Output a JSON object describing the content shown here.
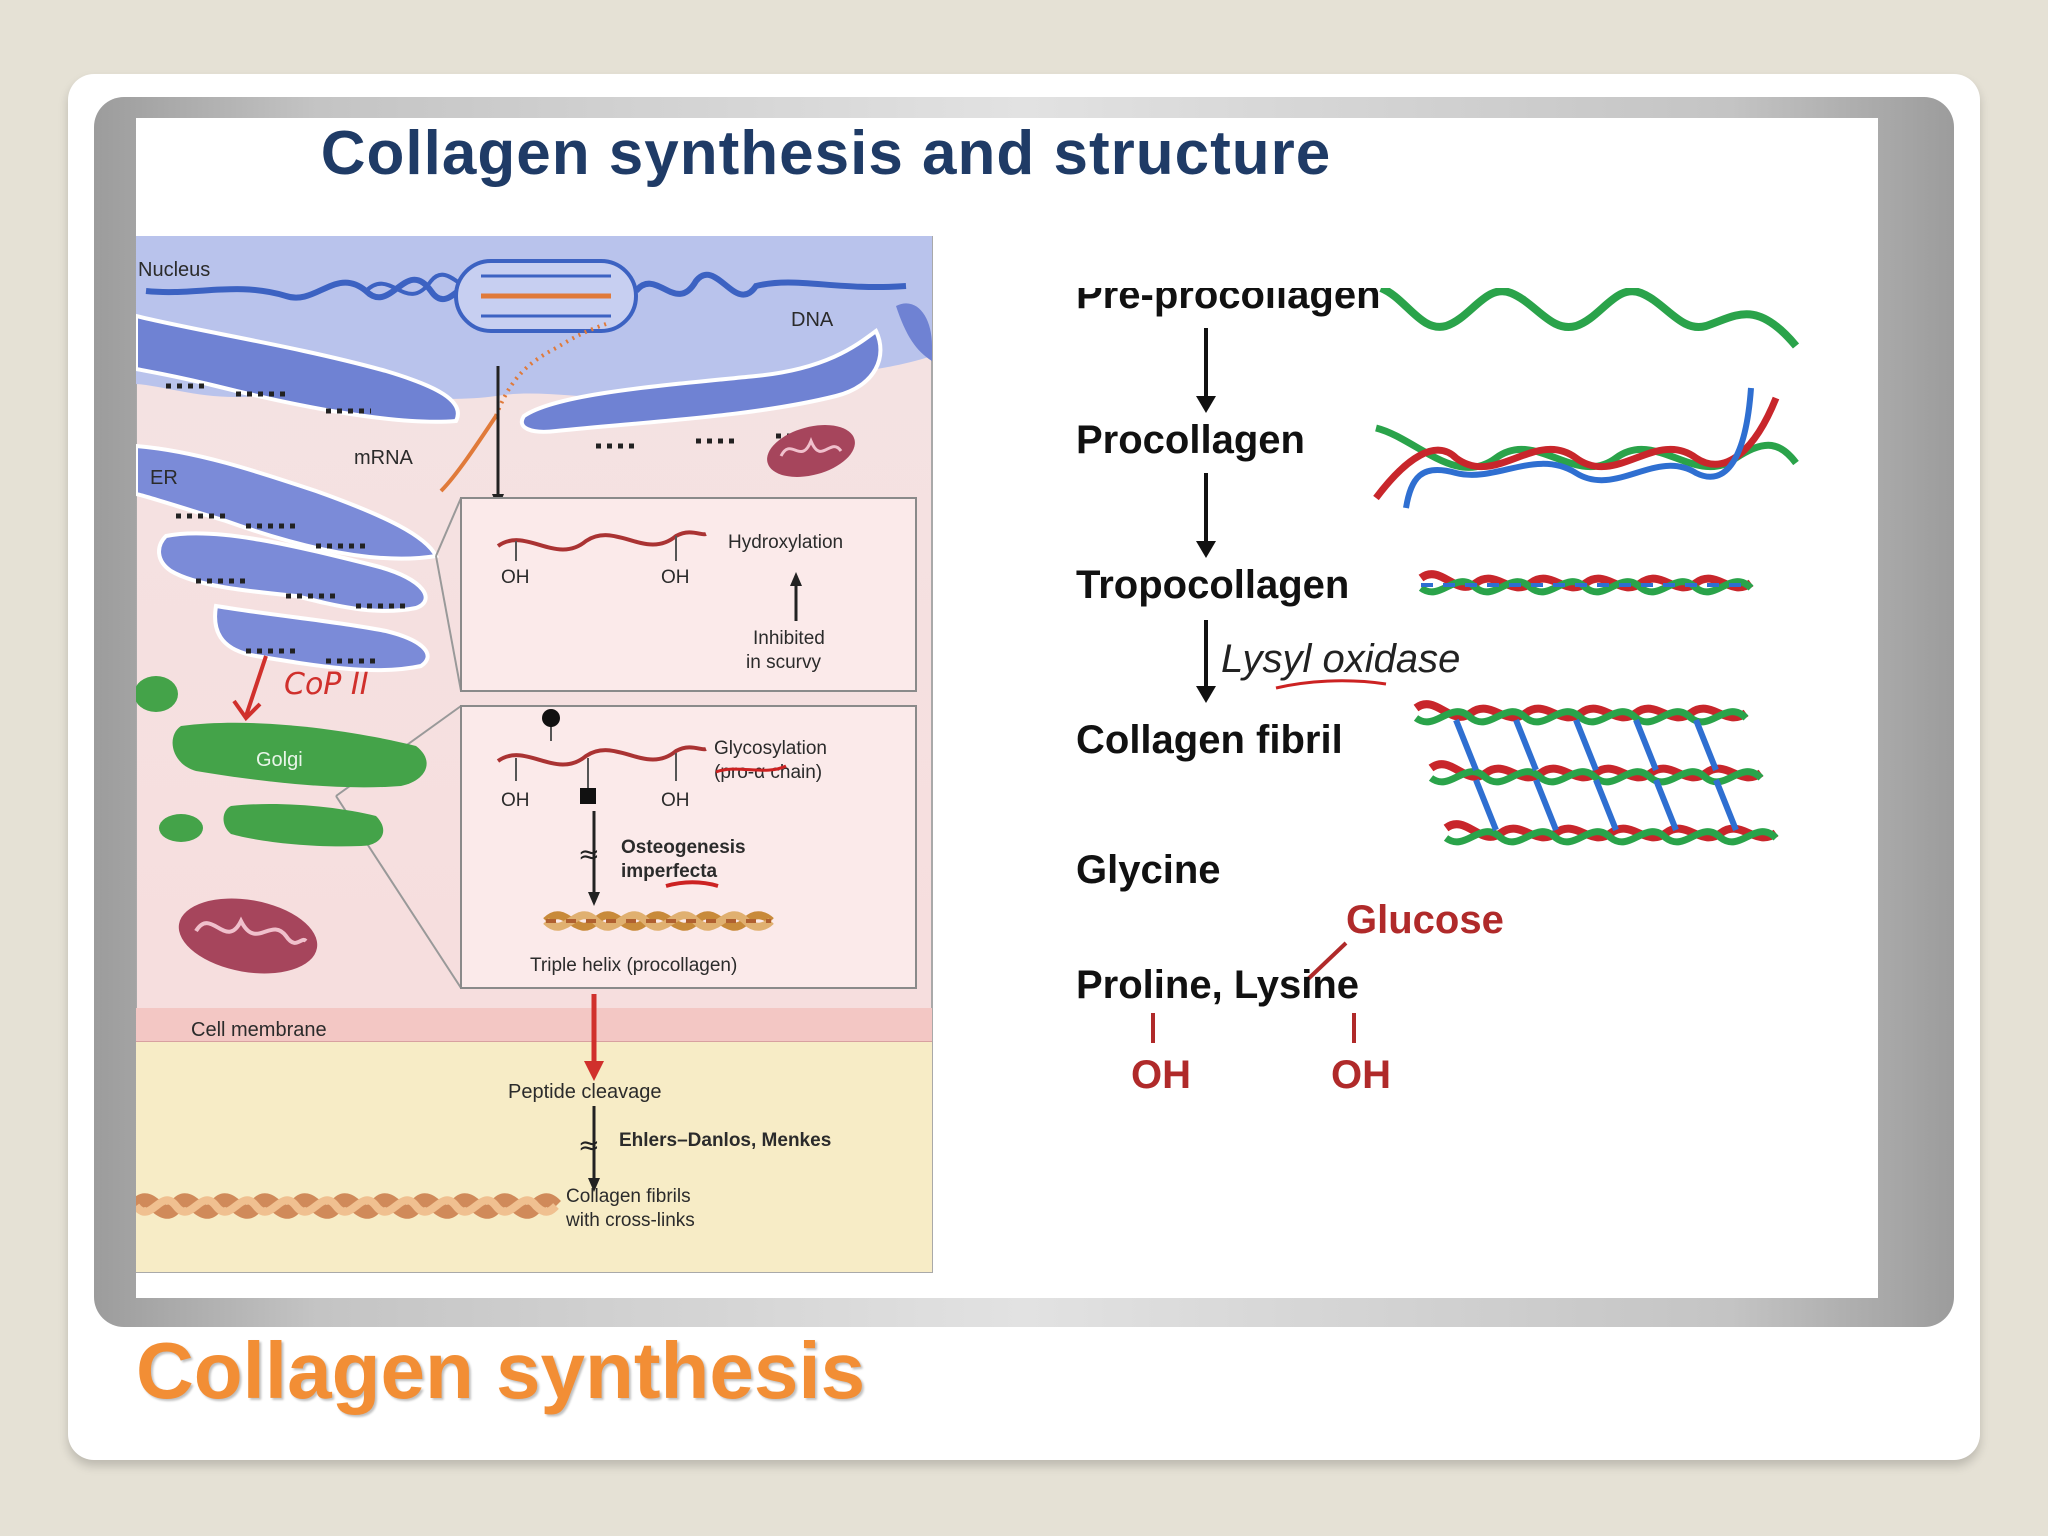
{
  "slide": {
    "title": "Collagen synthesis and structure",
    "caption": "Collagen synthesis"
  },
  "cell": {
    "nucleus": "Nucleus",
    "dna": "DNA",
    "mrna": "mRNA",
    "er": "ER",
    "golgi": "Golgi",
    "cop": "CoP II",
    "hydroxylation": "Hydroxylation",
    "inhibited_line1": "Inhibited",
    "inhibited_line2": "in scurvy",
    "oh": "OH",
    "glycosylation_line1": "Glycosylation",
    "glycosylation_line2": "(pro-α chain)",
    "oi_line1": "Osteogenesis",
    "oi_line2": "imperfecta",
    "triple_helix": "Triple helix (procollagen)",
    "cell_membrane": "Cell membrane",
    "peptide_cleavage": "Peptide cleavage",
    "ehlers": "Ehlers–Danlos, Menkes",
    "fibrils_line1": "Collagen fibrils",
    "fibrils_line2": "with cross-links"
  },
  "stages": {
    "pre_procollagen": "Pre-procollagen",
    "procollagen": "Procollagen",
    "tropocollagen": "Tropocollagen",
    "lysyl_oxidase": "Lysyl oxidase",
    "collagen_fibril": "Collagen fibril",
    "glycine": "Glycine",
    "proline_lysine": "Proline, Lysine",
    "glucose": "Glucose",
    "oh": "OH"
  },
  "colors": {
    "title": "#1f3b66",
    "caption": "#f28e35",
    "annotation_red": "#cc2222",
    "strand_green": "#2aa34a",
    "strand_red": "#c8262b",
    "strand_blue": "#2f6fd1"
  }
}
